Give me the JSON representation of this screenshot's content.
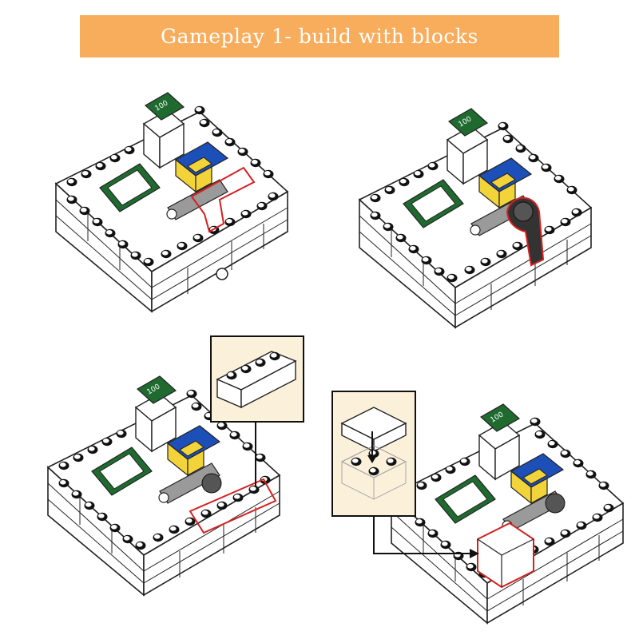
{
  "banner": {
    "title": "Gameplay 1- build with blocks",
    "background": "#f7ad5c",
    "text_color": "#ffffff"
  },
  "steps": [
    {
      "name": "step-1",
      "tag": "100",
      "highlight": "lever"
    },
    {
      "name": "step-2",
      "tag": "100",
      "highlight": "gear"
    },
    {
      "name": "step-3",
      "tag": "100",
      "highlight": "side-bricks"
    },
    {
      "name": "step-4",
      "tag": "100",
      "highlight": "top-block"
    }
  ],
  "colors": {
    "outline": "#222222",
    "brick": "#ffffff",
    "green": "#1f6b2f",
    "blue": "#1d4fb8",
    "yellow": "#f2d43a",
    "gray": "#9a9a9a",
    "highlight": "#d42020",
    "callout_fill": "#fbf0da"
  }
}
